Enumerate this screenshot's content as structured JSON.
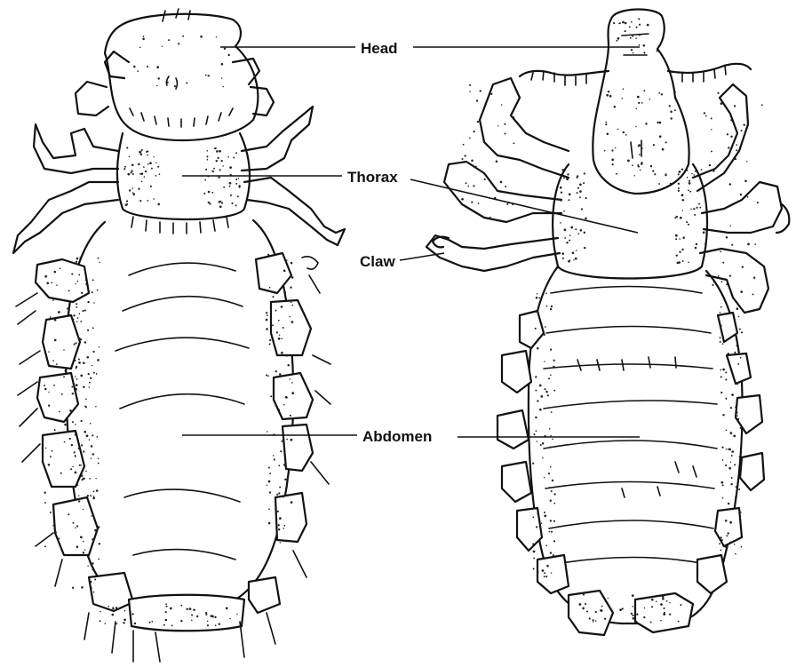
{
  "labels": {
    "head": "Head",
    "thorax": "Thorax",
    "claw": "Claw",
    "abdomen": "Abdomen"
  }
}
